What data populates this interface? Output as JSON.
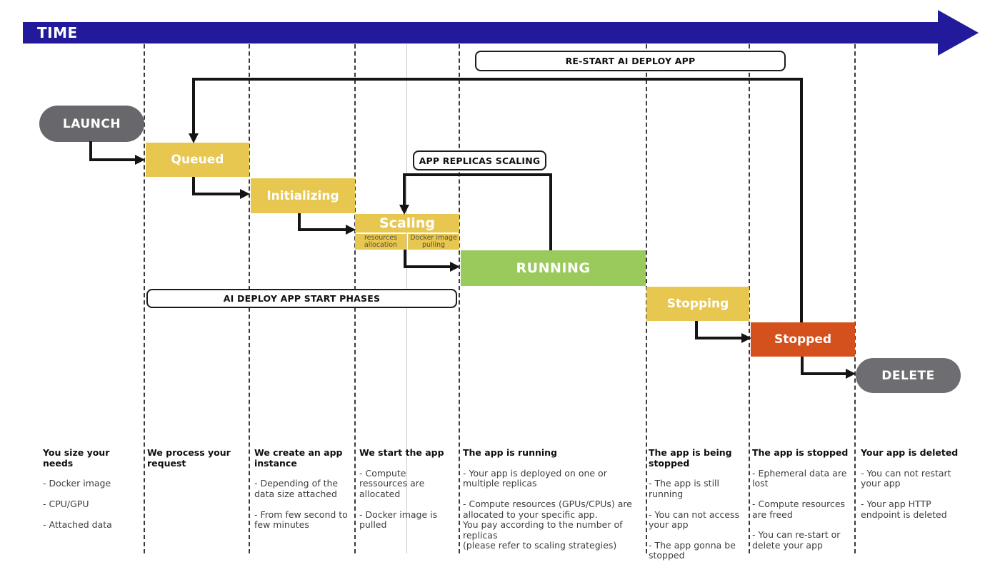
{
  "timeline": {
    "label": "TIME"
  },
  "annotations": {
    "restart": "RE-START AI DEPLOY APP",
    "replicas": "APP REPLICAS SCALING",
    "phases": "AI DEPLOY APP START PHASES"
  },
  "terminals": {
    "launch": "LAUNCH",
    "delete": "DELETE"
  },
  "phases": {
    "queued": {
      "label": "Queued",
      "color": "#E8C751"
    },
    "initializing": {
      "label": "Initializing",
      "color": "#E8C751"
    },
    "scaling": {
      "label": "Scaling",
      "color": "#E8C751",
      "substeps": [
        "resources\nallocation",
        "Docker image\npulling"
      ]
    },
    "running": {
      "label": "RUNNING",
      "color": "#9ACA5C"
    },
    "stopping": {
      "label": "Stopping",
      "color": "#E8C751"
    },
    "stopped": {
      "label": "Stopped",
      "color": "#D4511E"
    }
  },
  "columns": [
    {
      "title": "You size your needs",
      "items": [
        "- Docker image",
        "- CPU/GPU",
        "- Attached data"
      ]
    },
    {
      "title": "We process your request",
      "items": []
    },
    {
      "title": "We create an app instance",
      "items": [
        "- Depending of the data size attached",
        "- From few second to few minutes"
      ]
    },
    {
      "title": "We start the app",
      "items": [
        "- Compute ressources are allocated",
        "- Docker image is pulled"
      ]
    },
    {
      "title": "The app is running",
      "items": [
        "- Your app is deployed on one or multiple replicas",
        "- Compute resources (GPUs/CPUs) are allocated to your specific app.\nYou pay according to the number of replicas\n(please refer to scaling strategies)"
      ]
    },
    {
      "title": "The app is being stopped",
      "items": [
        "- The app is still running",
        "- You can not access your app",
        "- The app gonna be stopped"
      ]
    },
    {
      "title": "The app is stopped",
      "items": [
        "- Ephemeral data are lost",
        "- Compute resources are freed",
        "- You can re-start or delete your app"
      ]
    },
    {
      "title": "Your app is deleted",
      "items": [
        "- You can not restart your app",
        "- Your app HTTP endpoint is deleted"
      ]
    }
  ],
  "colors": {
    "timeline_blue": "#221A9B",
    "phase_yellow": "#E8C751",
    "phase_green": "#9ACA5C",
    "phase_orange": "#D4511E",
    "pill_gray": "#68686C",
    "arrow_black": "#151515",
    "grid_dashed": "#3A3A3A",
    "grid_solid": "#C9C9C9"
  }
}
